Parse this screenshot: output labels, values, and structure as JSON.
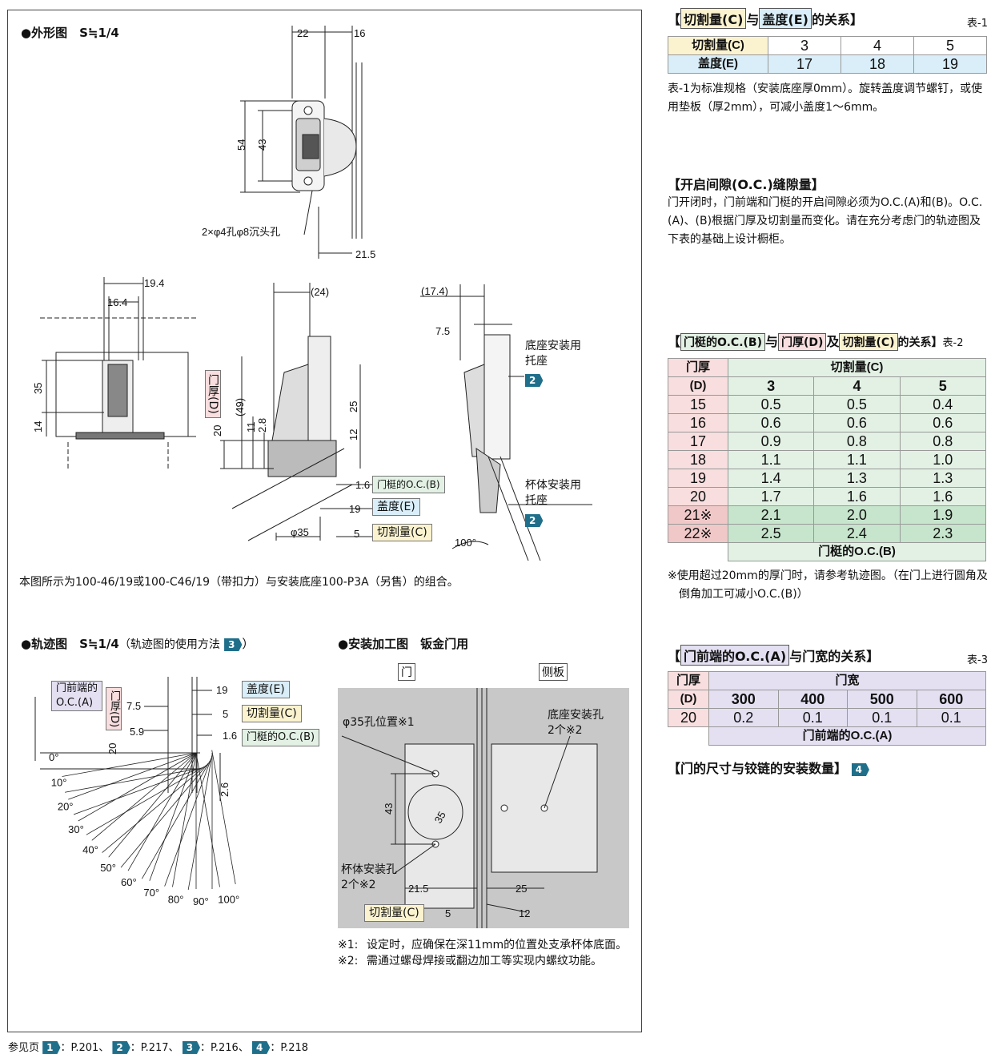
{
  "outline": {
    "title": "●外形图　S≒1/4",
    "dims_top": [
      "22",
      "16",
      "54",
      "43",
      "21.5"
    ],
    "hole_note": "2×φ4孔φ8沉头孔",
    "dims_front": [
      "19.4",
      "16.4",
      "35",
      "14"
    ],
    "dims_side": [
      "(24)",
      "(49)",
      "20",
      "11",
      "2.8",
      "25",
      "12",
      "1.6",
      "19",
      "φ35",
      "5"
    ],
    "door_thick_label": "门厚(D)",
    "chips": {
      "oc_b": "门梃的O.C.(B)",
      "cover": "盖度(E)",
      "cut": "切割量(C)"
    },
    "dims_open": [
      "(17.4)",
      "7.5",
      "100°"
    ],
    "base_bracket": "底座安装用\n托座",
    "cup_bracket": "杯体安装用\n托座",
    "ref2a": "2",
    "ref2b": "2",
    "caption": "本图所示为100-46/19或100-C46/19（带扣力）与安装底座100-P3A（另售）的组合。"
  },
  "track": {
    "title": "●轨迹图　S≒1/4",
    "title_note": "（轨迹图的使用方法",
    "ref": "3",
    "title_close": "）",
    "oc_a_chip": "门前端的\nO.C.(A)",
    "door_chip": "门厚(D)",
    "dims": [
      "7.5",
      "5.9",
      "19",
      "5",
      "1.6",
      "20",
      "2.6"
    ],
    "chips": {
      "cover": "盖度(E)",
      "cut": "切割量(C)",
      "oc_b": "门梃的O.C.(B)"
    },
    "angles": [
      "0°",
      "10°",
      "20°",
      "30°",
      "40°",
      "50°",
      "60°",
      "70°",
      "80°",
      "90°",
      "100°"
    ]
  },
  "install": {
    "title": "●安装加工图　钣金门用",
    "door_label": "门",
    "side_label": "侧板",
    "hole35": "φ35孔位置※1",
    "base_holes": "底座安装孔\n2个※2",
    "cup_holes": "杯体安装孔\n2个※2",
    "dims": [
      "43",
      "35",
      "21.5",
      "25",
      "5",
      "12"
    ],
    "cut_chip": "切割量(C)",
    "note1_mark": "※1:",
    "note1": "设定时，应确保在深11mm的位置处支承杯体底面。",
    "note2_mark": "※2:",
    "note2": "需通过螺母焊接或翻边加工等实现内螺纹功能。"
  },
  "table1": {
    "title_pre": "【",
    "title_a": "切割量(C)",
    "title_mid": "与",
    "title_b": "盖度(E)",
    "title_post": "的关系】",
    "tag": "表-1",
    "row1_label": "切割量(C)",
    "row1": [
      "3",
      "4",
      "5"
    ],
    "row2_label": "盖度(E)",
    "row2": [
      "17",
      "18",
      "19"
    ],
    "note": "表-1为标准规格（安装底座厚0mm）。旋转盖度调节螺钉，或使用垫板（厚2mm），可减小盖度1～6mm。"
  },
  "gap": {
    "title": "【开启间隙(O.C.)缝隙量】",
    "text": "门开闭时，门前端和门梃的开启间隙必须为O.C.(A)和(B)。O.C.(A)、(B)根据门厚及切割量而变化。请在充分考虑门的轨迹图及下表的基础上设计橱柜。"
  },
  "table2": {
    "title_pre": "【",
    "title_a": "门梃的O.C.(B)",
    "title_mid1": "与",
    "title_b": "门厚(D)",
    "title_mid2": "及",
    "title_c": "切割量(C)",
    "title_post": "的关系】",
    "tag": "表-2",
    "head_d1": "门厚",
    "head_d2": "(D)",
    "head_c": "切割量(C)",
    "cols": [
      "3",
      "4",
      "5"
    ],
    "rows": [
      {
        "d": "15",
        "v": [
          "0.5",
          "0.5",
          "0.4"
        ]
      },
      {
        "d": "16",
        "v": [
          "0.6",
          "0.6",
          "0.6"
        ]
      },
      {
        "d": "17",
        "v": [
          "0.9",
          "0.8",
          "0.8"
        ]
      },
      {
        "d": "18",
        "v": [
          "1.1",
          "1.1",
          "1.0"
        ]
      },
      {
        "d": "19",
        "v": [
          "1.4",
          "1.3",
          "1.3"
        ]
      },
      {
        "d": "20",
        "v": [
          "1.7",
          "1.6",
          "1.6"
        ]
      },
      {
        "d": "21※",
        "v": [
          "2.1",
          "2.0",
          "1.9"
        ]
      },
      {
        "d": "22※",
        "v": [
          "2.5",
          "2.4",
          "2.3"
        ]
      }
    ],
    "footer": "门梃的O.C.(B)",
    "note": "※使用超过20mm的厚门时，请参考轨迹图。（在门上进行圆角及倒角加工可减小O.C.(B)）"
  },
  "table3": {
    "title_pre": "【",
    "title_a": "门前端的O.C.(A)",
    "title_post": "与门宽的关系】",
    "tag": "表-3",
    "head_d1": "门厚",
    "head_d2": "(D)",
    "head_w": "门宽",
    "cols": [
      "300",
      "400",
      "500",
      "600"
    ],
    "row_d": "20",
    "row": [
      "0.2",
      "0.1",
      "0.1",
      "0.1"
    ],
    "footer": "门前端的O.C.(A)"
  },
  "doorsize": {
    "title": "【门的尺寸与铰链的安装数量】",
    "ref": "4"
  },
  "footer": {
    "label": "参见页",
    "refs": [
      {
        "n": "1",
        "p": "：P.201、"
      },
      {
        "n": "2",
        "p": "：P.217、"
      },
      {
        "n": "3",
        "p": "：P.216、"
      },
      {
        "n": "4",
        "p": "：P.218"
      }
    ]
  }
}
